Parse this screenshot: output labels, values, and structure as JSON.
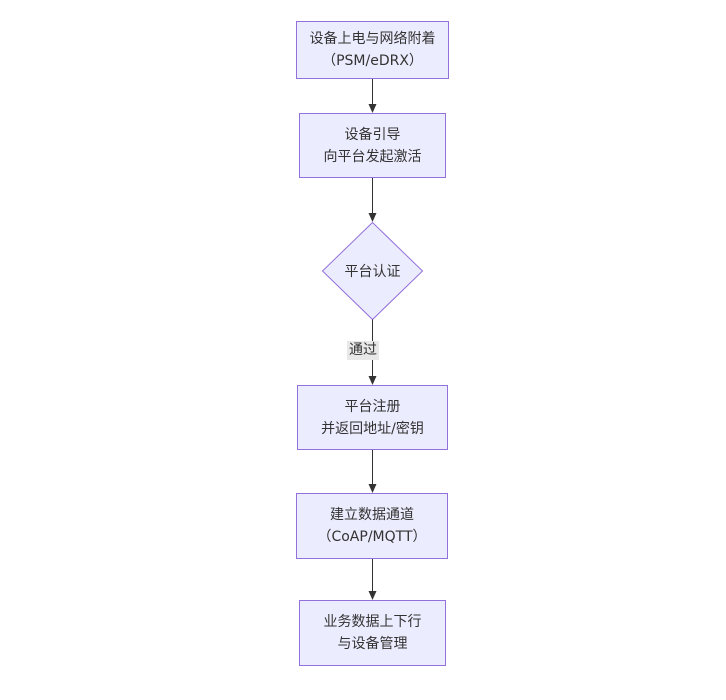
{
  "diagram": {
    "type": "flowchart",
    "direction": "top-down",
    "nodes": [
      {
        "id": "power",
        "shape": "rect",
        "lines": [
          "设备上电与网络附着",
          "（PSM/eDRX）"
        ]
      },
      {
        "id": "boot",
        "shape": "rect",
        "lines": [
          "设备引导",
          "向平台发起激活"
        ]
      },
      {
        "id": "auth",
        "shape": "diamond",
        "lines": [
          "平台认证"
        ]
      },
      {
        "id": "reg",
        "shape": "rect",
        "lines": [
          "平台注册",
          "并返回地址/密钥"
        ]
      },
      {
        "id": "channel",
        "shape": "rect",
        "lines": [
          "建立数据通道",
          "（CoAP/MQTT）"
        ]
      },
      {
        "id": "biz",
        "shape": "rect",
        "lines": [
          "业务数据上下行",
          "与设备管理"
        ]
      }
    ],
    "edges": [
      {
        "from": "power",
        "to": "boot",
        "label": ""
      },
      {
        "from": "boot",
        "to": "auth",
        "label": ""
      },
      {
        "from": "auth",
        "to": "reg",
        "label": "通过"
      },
      {
        "from": "reg",
        "to": "channel",
        "label": ""
      },
      {
        "from": "channel",
        "to": "biz",
        "label": ""
      }
    ],
    "colors": {
      "node_fill": "#ECECFF",
      "node_border": "#9370DB",
      "edge_line": "#333333",
      "arrowhead": "#333333",
      "text": "#333333",
      "edge_label_background": "#e8e8e8",
      "background": "#ffffff"
    }
  }
}
